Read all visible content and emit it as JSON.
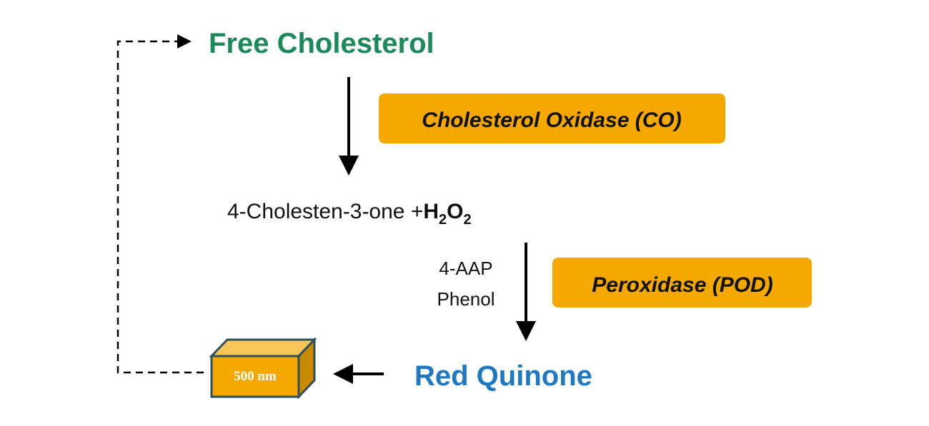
{
  "nodes": {
    "free_cholesterol": "Free Cholesterol",
    "intermediate_prefix": "4-Cholesten-3-one +",
    "h2o2": {
      "h": "H",
      "h_sub": "2",
      "o": "O",
      "o_sub": "2"
    },
    "red_quinone": "Red Quinone"
  },
  "enzymes": {
    "cholesterol_oxidase": "Cholesterol Oxidase (CO)",
    "peroxidase": "Peroxidase (POD)"
  },
  "reagents": {
    "line1": "4-AAP",
    "line2": "Phenol"
  },
  "detector": {
    "label": "500 nm"
  },
  "colors": {
    "free_cholesterol": "#1a8a5a",
    "red_quinone": "#1f78c1",
    "enzyme_box": "#f5a800",
    "box_front": "#f5a800",
    "box_top": "#f9c65a",
    "box_side": "#c98a00",
    "box_stroke": "#2b4f5c",
    "arrow": "#000000"
  }
}
